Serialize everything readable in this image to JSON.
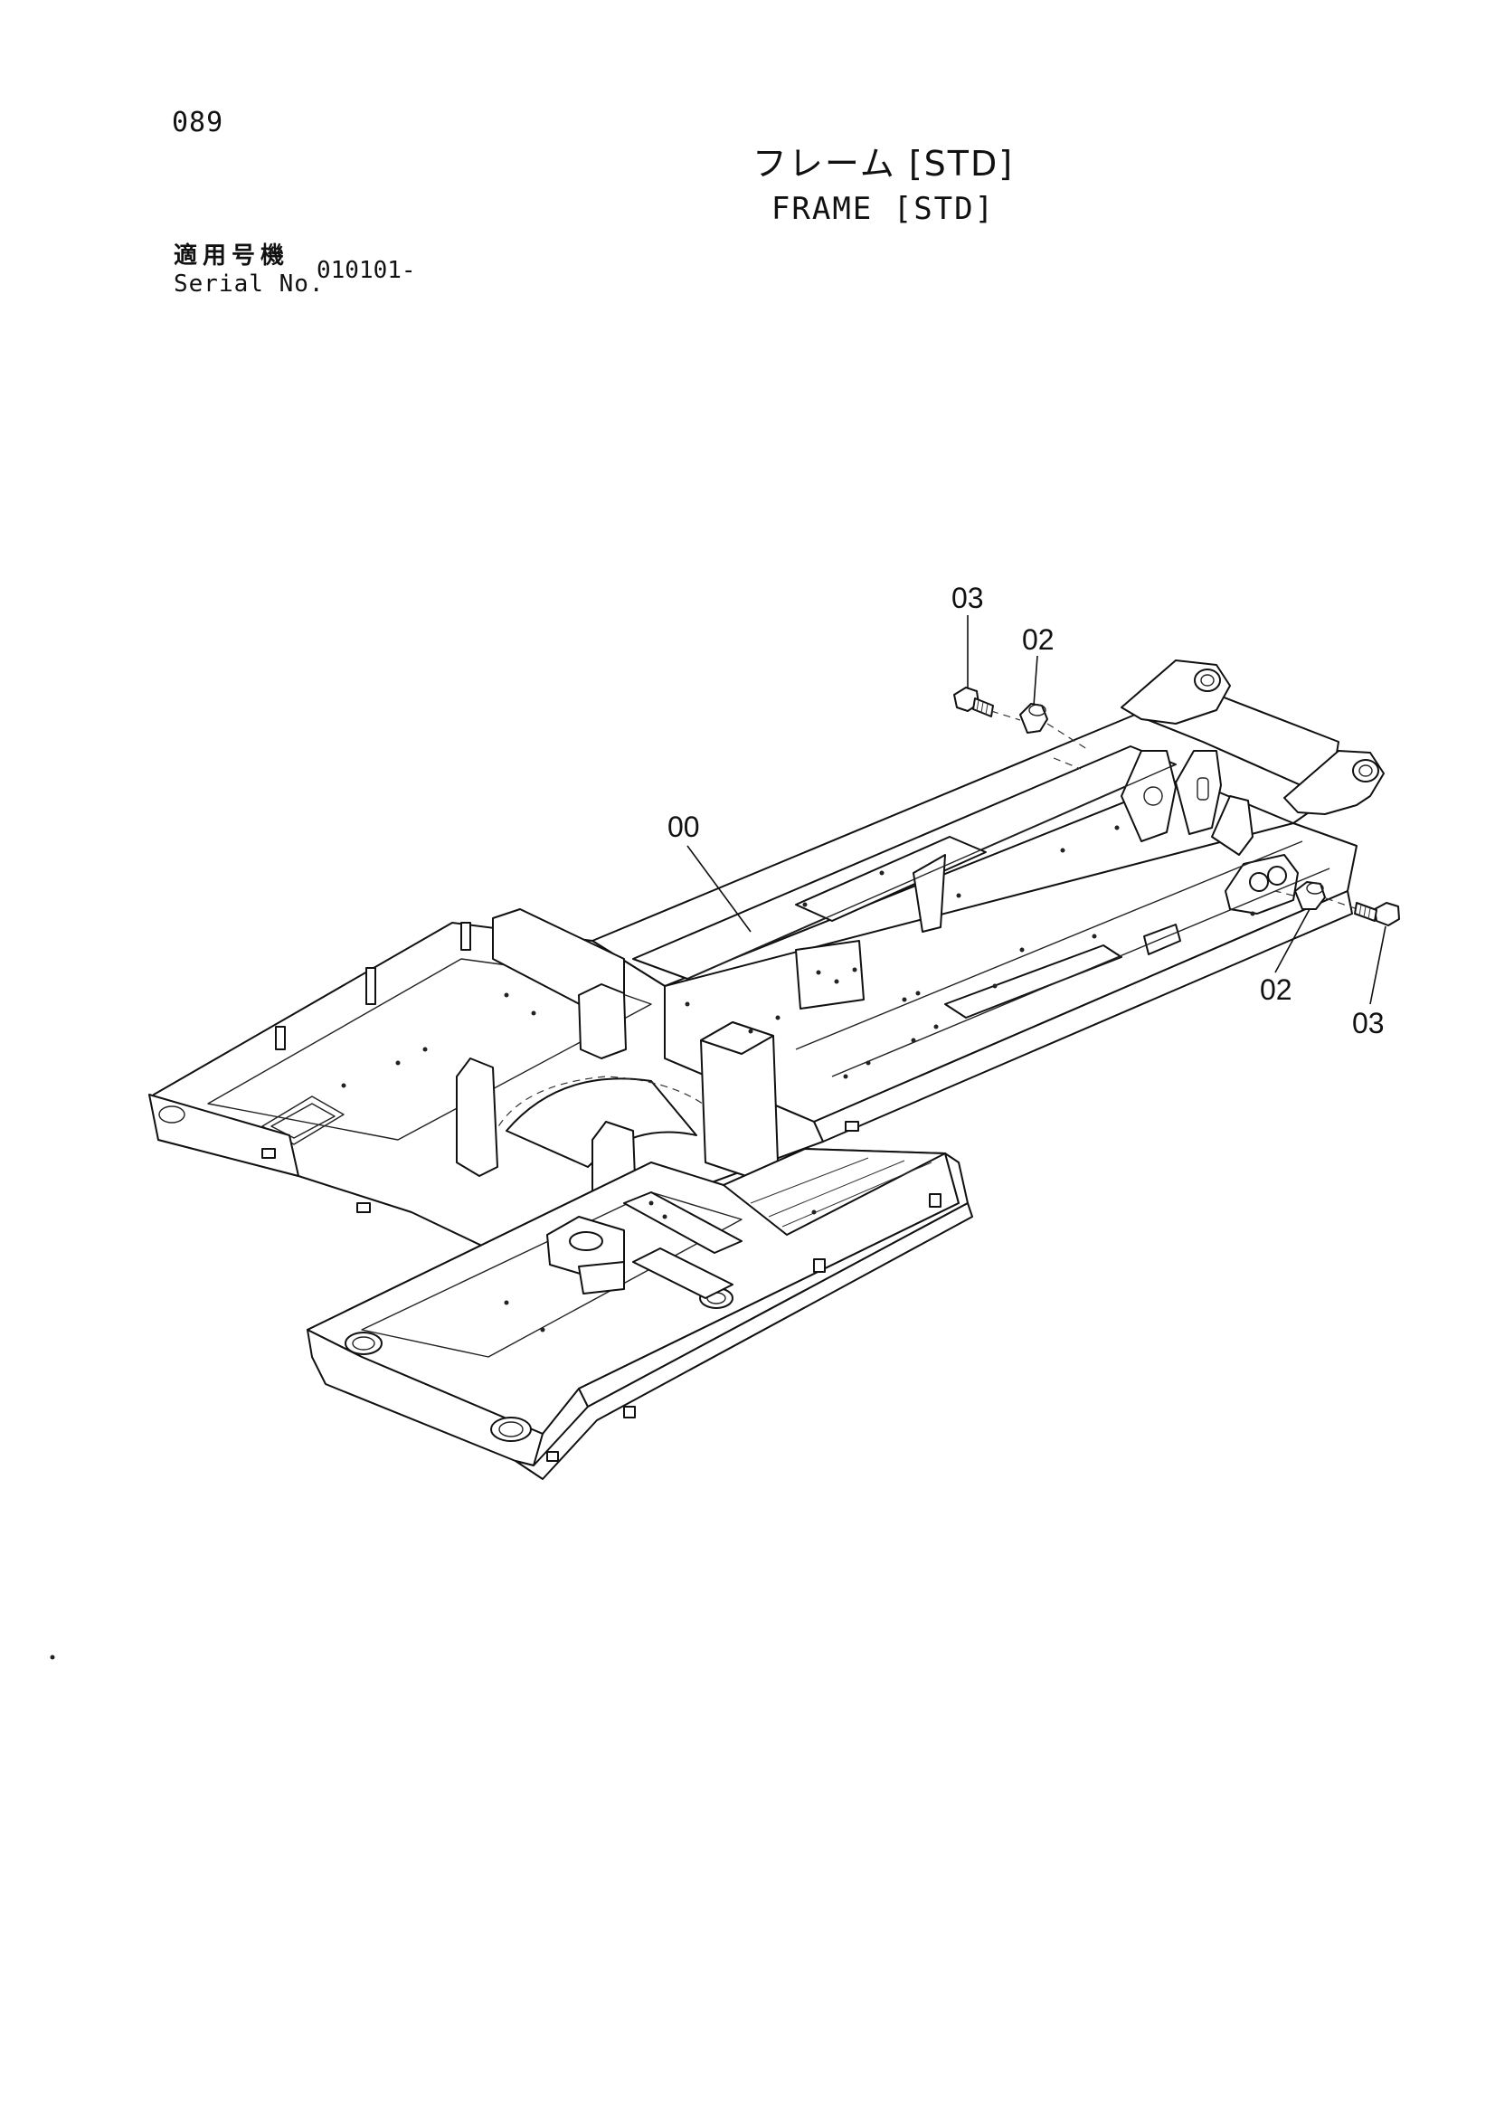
{
  "page": {
    "number": "089"
  },
  "title": {
    "japanese": "フレーム [STD]",
    "english": "FRAME [STD]"
  },
  "serial": {
    "label_japanese": "適用号機",
    "label_english": "Serial No.",
    "value": "010101-"
  },
  "callouts": [
    {
      "id": "c03a",
      "label": "03"
    },
    {
      "id": "c02a",
      "label": "02"
    },
    {
      "id": "c00",
      "label": "00"
    },
    {
      "id": "c02b",
      "label": "02"
    },
    {
      "id": "c03b",
      "label": "03"
    }
  ],
  "parts": [
    {
      "number": "00",
      "name": "frame-icon"
    },
    {
      "number": "02",
      "name": "pin-cap-icon"
    },
    {
      "number": "03",
      "name": "bolt-icon"
    }
  ]
}
